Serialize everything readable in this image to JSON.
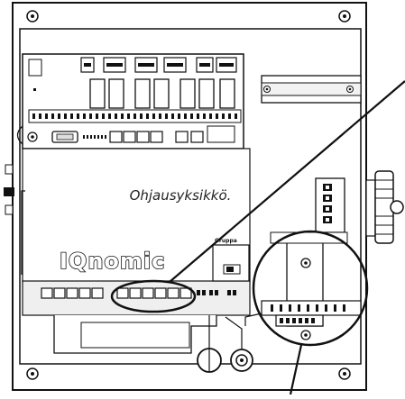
{
  "figure": {
    "label": "Ohjausyksikkö.",
    "brand_logo": "IQnomic",
    "component_mark": "Gruppa"
  },
  "palette": {
    "line": "#111111",
    "fill_light": "#f2f2f2",
    "fill_mid": "#dcdcdc",
    "fill_dark": "#1a1a1a",
    "background": "#ffffff"
  }
}
